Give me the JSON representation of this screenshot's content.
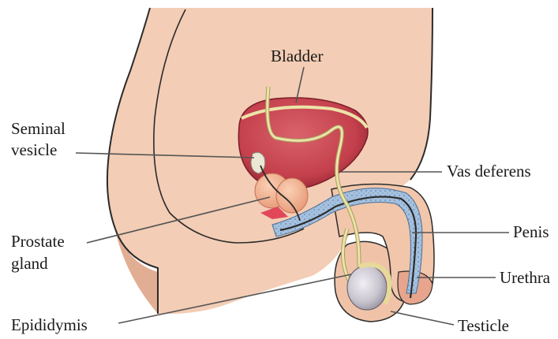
{
  "labels": {
    "bladder": "Bladder",
    "seminal_vesicle_line1": "Seminal",
    "seminal_vesicle_line2": "vesicle",
    "vas_deferens": "Vas deferens",
    "prostate_line1": "Prostate",
    "prostate_line2": "gland",
    "penis": "Penis",
    "urethra": "Urethra",
    "epididymis": "Epididymis",
    "testicle": "Testicle"
  },
  "colors": {
    "background": "#ffffff",
    "skin": "#f3cdb5",
    "skin_shadow": "#e2ae93",
    "body_outline": "#2b2b2b",
    "bladder": "#c4404c",
    "bladder_dark": "#8e2431",
    "duct": "#ece3a9",
    "duct_outline": "#a89c5c",
    "prostate": "#f4b593",
    "urethra_tissue": "#a5c1de",
    "urethra_dots": "#6f93bd",
    "testicle": "#c9c5cf",
    "leader": "#555555",
    "label_text": "#1a1a1a"
  }
}
